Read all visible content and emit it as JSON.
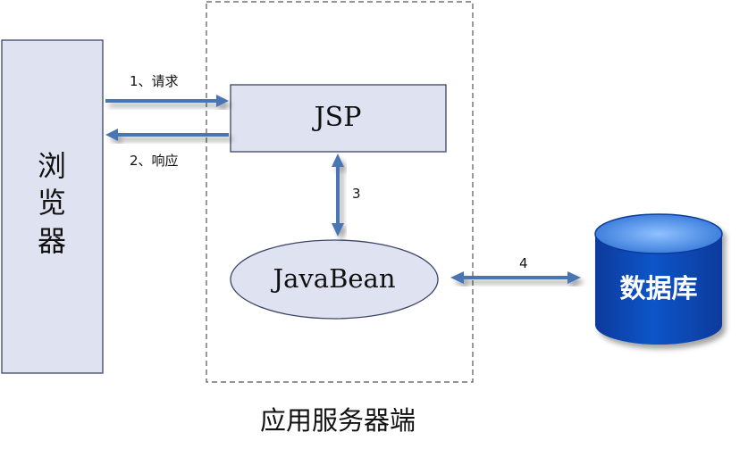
{
  "browser": {
    "label_chars": [
      "浏",
      "览",
      "器"
    ]
  },
  "server": {
    "label": "应用服务器端"
  },
  "jsp": {
    "label": "JSP"
  },
  "javabean": {
    "label": "JavaBean"
  },
  "database": {
    "label": "数据库"
  },
  "arrows": {
    "request": "1、请求",
    "response": "2、响应",
    "jsp_bean": "3",
    "bean_db": "4"
  },
  "colors": {
    "box_fill": "#dfe3f1",
    "box_stroke": "#3c4466",
    "arrow": "#4a74b3",
    "db_body": "#0a4fc2",
    "db_top": "#4a8fe0",
    "db_label": "#ffffff"
  }
}
